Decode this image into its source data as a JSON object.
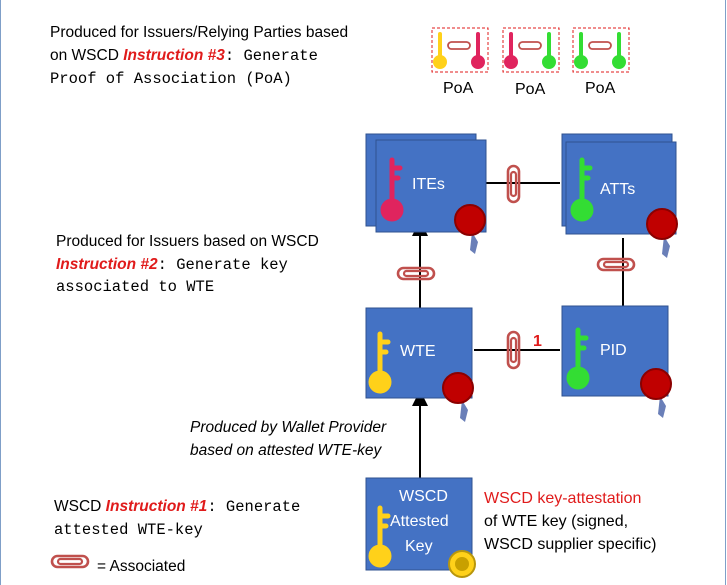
{
  "top_note": {
    "line1": "Produced for Issuers/Relying Parties based",
    "line2_prefix": "on WSCD ",
    "line2_instruction": "Instruction #3",
    "line2_suffix": ": Generate",
    "line3": "Proof of Association (PoA)"
  },
  "poa_labels": [
    "PoA",
    "PoA",
    "PoA"
  ],
  "mid_note": {
    "line1": "Produced for Issuers based on WSCD",
    "line2_instruction": "Instruction #2",
    "line2_suffix": ": Generate key",
    "line3": "associated to WTE"
  },
  "wallet_note": {
    "line1": "Produced by Wallet Provider",
    "line2": "based on attested WTE-key"
  },
  "bottom_note": {
    "line1_prefix": "WSCD ",
    "line1_instruction": "Instruction #1",
    "line1_suffix": ": Generate",
    "line2": "attested WTE-key"
  },
  "legend": {
    "label": "= Associated"
  },
  "attestation_note": {
    "title": "WSCD key-attestation",
    "line2": "of WTE key (signed,",
    "line3": "WSCD supplier specific)"
  },
  "boxes": {
    "ites": "ITEs",
    "atts": "ATTs",
    "wte": "WTE",
    "pid": "PID",
    "wscd": [
      "WSCD",
      "Attested",
      "Key"
    ]
  },
  "link_number": "1",
  "colors": {
    "box_fill": "#4472c4",
    "key_ites": "#e0245e",
    "key_atts": "#33dd33",
    "key_wte": "#ffd11a",
    "key_pid": "#33dd33",
    "key_wscd": "#ffd11a",
    "seal": "#c00000",
    "paperclip": "#c0504d",
    "accent_red": "#e01b1b"
  }
}
